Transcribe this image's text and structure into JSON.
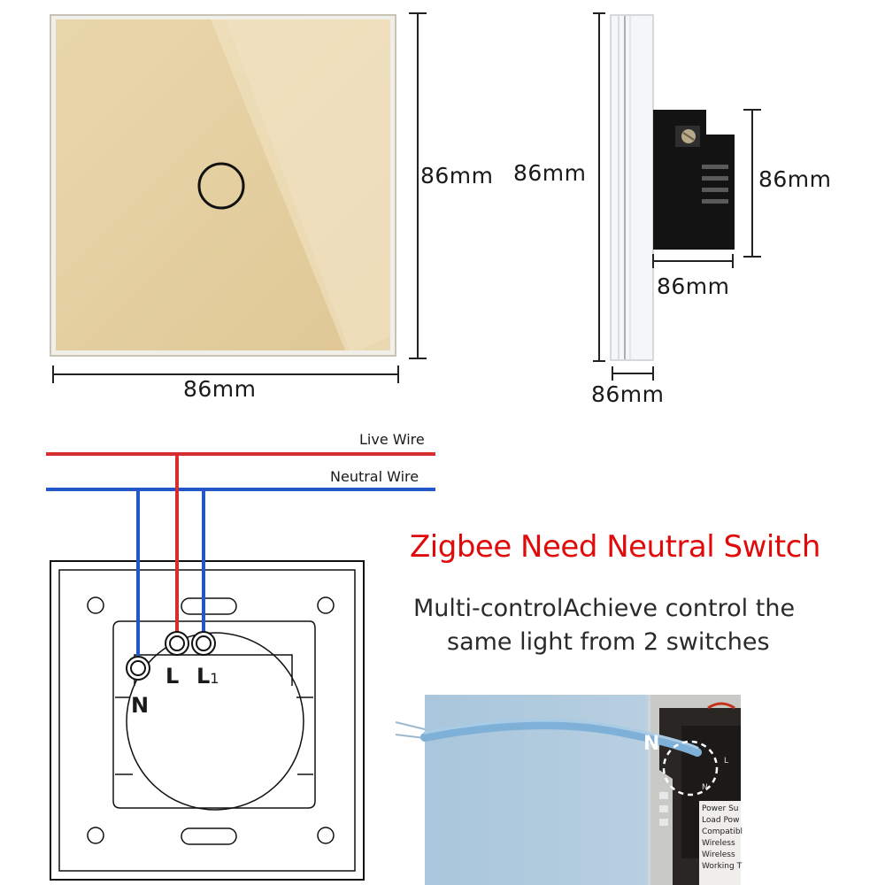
{
  "front_panel": {
    "width_label": "86mm",
    "height_label": "86mm",
    "panel_color": "#e4cfa0"
  },
  "side_view": {
    "plate_height_label": "86mm",
    "box_height_label": "86mm",
    "box_width_label": "86mm",
    "depth_label": "86mm"
  },
  "wiring": {
    "live_wire_label": "Live Wire",
    "neutral_wire_label": "Neutral Wire",
    "live_color": "#d62d2d",
    "neutral_color": "#2356c9",
    "terminal_n": "N",
    "terminal_l": "L",
    "terminal_l1": "L",
    "terminal_l1_sub": "1"
  },
  "headline": {
    "title": "Zigbee Need Neutral Switch",
    "line1": "Multi-controlAchieve control the",
    "line2": "same light from 2 switches"
  },
  "photo": {
    "terminal_letter": "N",
    "terminal_letter_small": "N",
    "terminal_letter_l": "L",
    "label_lines": [
      "Power Su",
      "Load Pow",
      "Compatibl",
      "Wireless",
      "Wireless",
      "Working T"
    ]
  }
}
